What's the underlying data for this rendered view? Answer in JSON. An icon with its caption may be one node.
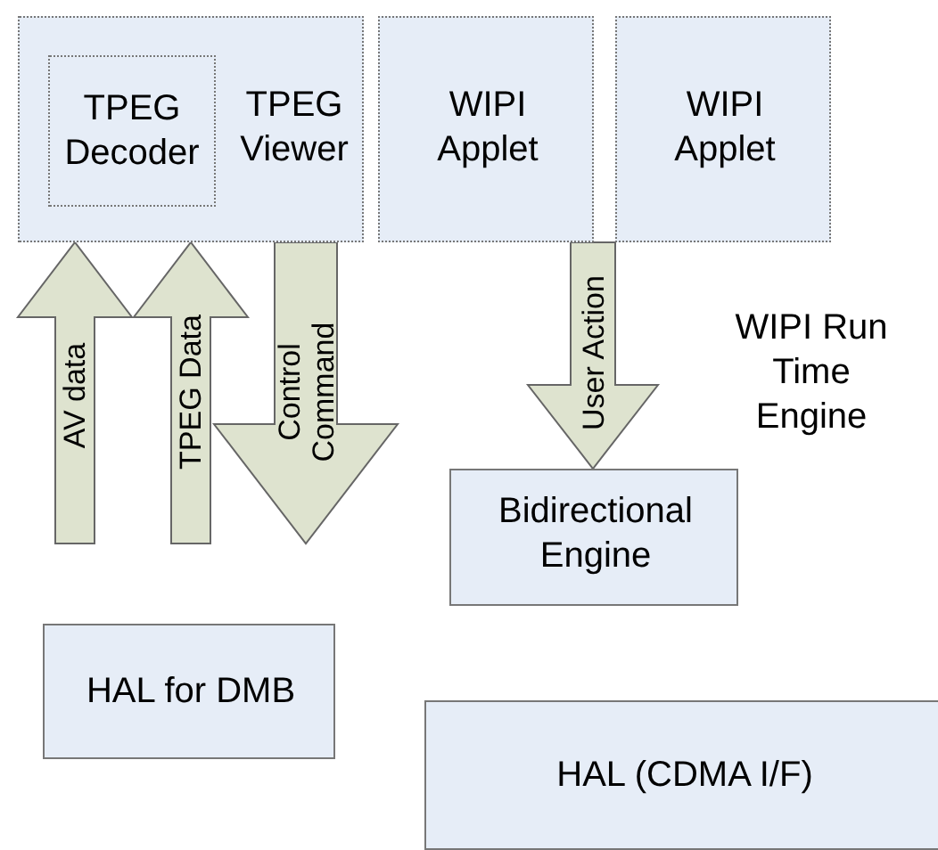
{
  "diagram": {
    "nodes": [
      {
        "text": [
          "TPEG Viewer"
        ]
      },
      {
        "text": [
          "TPEG Decoder"
        ],
        "in": 0
      },
      {
        "text": [
          "WIPI Applet"
        ]
      },
      {
        "text": [
          "WIPI Applet"
        ]
      },
      {
        "text": [
          "Bidirectional Engine"
        ]
      },
      {
        "text": [
          "HAL for DMB"
        ]
      },
      {
        "text": [
          "HAL (CDMA I/F)"
        ]
      }
    ],
    "edges": [
      {
        "from": null,
        "to": 0,
        "arrow": "to",
        "label": "AV data"
      },
      {
        "from": null,
        "to": 0,
        "arrow": "to",
        "label": "TPEG Data"
      },
      {
        "from": 0,
        "to": null,
        "arrow": "to",
        "label": "Control Command"
      },
      {
        "from": 2,
        "to": 4,
        "arrow": "to",
        "label": "User Action"
      }
    ],
    "labels": [
      "WIPI Run Time Engine"
    ]
  }
}
